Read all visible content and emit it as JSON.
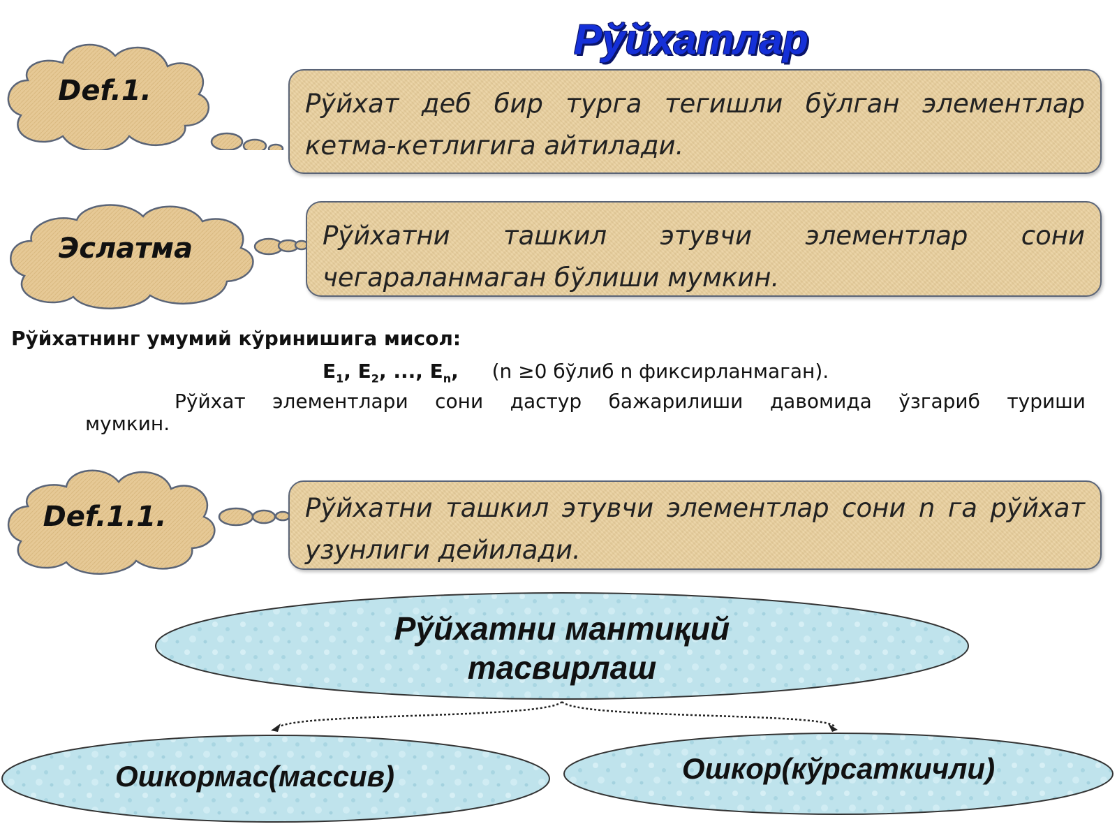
{
  "title": "Рўйхатлар",
  "def1": {
    "tag": "Def.1.",
    "text": "Рўйхат деб бир турга тегишли бўлган элементлар кетма-кетлигига айтилади."
  },
  "note": {
    "tag": "Эслатма",
    "text": "Рўйхатни ташкил этувчи элементлар сони чегараланмаган бўлиши мумкин."
  },
  "example": {
    "heading": "Рўйхатнинг умумий кўринишига мисол:",
    "formula": {
      "e": "E",
      "sub1": "1",
      "sep1": ", E",
      "sub2": "2",
      "sep2": ", ..., E",
      "subn": "n",
      "tail": ",",
      "condition": "(n ≥0 бўлиб n фиксирланмаган)."
    },
    "paragraph_line1": "Рўйхат элементлари сони дастур бажарилиши давомида ўзгариб туриши",
    "paragraph_line2": "мумкин."
  },
  "def11": {
    "tag": "Def.1.1.",
    "text": "Рўйхатни ташкил этувчи элементлар сони n га рўйхат узунлиги дейилади."
  },
  "diagram": {
    "root_line1": "Рўйхатни мантиқий",
    "root_line2": "тасвирлаш",
    "left": "Ошкормас(массив)",
    "right": "Ошкор(кўрсаткичли)"
  },
  "colors": {
    "title": "#1530d8",
    "box_fill": "#e9cf9c",
    "box_border": "#5a6477",
    "cloud_fill": "#e6c996",
    "ellipse_fill": "#bfe3ec"
  }
}
